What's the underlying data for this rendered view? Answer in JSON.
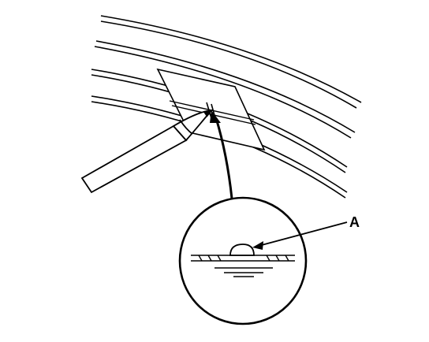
{
  "figure": {
    "callout_label": "A",
    "line_color": "#000000",
    "background_color": "#ffffff",
    "parts": [
      "curved-body-panel-lines",
      "rectangular-tape-patch",
      "pointed-scribe-tool",
      "magnified-detail-circle",
      "raised-bump-on-surface"
    ]
  }
}
